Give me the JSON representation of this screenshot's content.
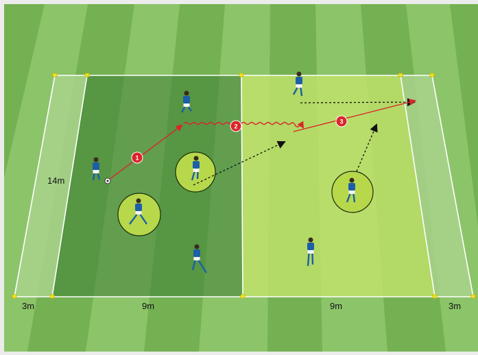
{
  "colors": {
    "pitch_light": "#8cc46a",
    "pitch_dark": "#72b050",
    "zone_left": "#3f7f36",
    "zone_right": "#b4dc6e",
    "end_zone": "#a9d48c",
    "line": "#ffffff",
    "cone": "#f3e21c",
    "pass_arrow": "#d9262a",
    "run_arrow": "#111111",
    "player_shirt": "#1c5fa8",
    "highlight_disc": "#b6d84a"
  },
  "labels": {
    "height": "14m",
    "left_end": "3m",
    "left_zone": "9m",
    "right_zone": "9m",
    "right_end": "3m"
  },
  "steps": [
    "1",
    "2",
    "3"
  ],
  "icons": {
    "ball": "soccer-ball-icon",
    "player": "player-icon",
    "cone": "cone-icon"
  }
}
